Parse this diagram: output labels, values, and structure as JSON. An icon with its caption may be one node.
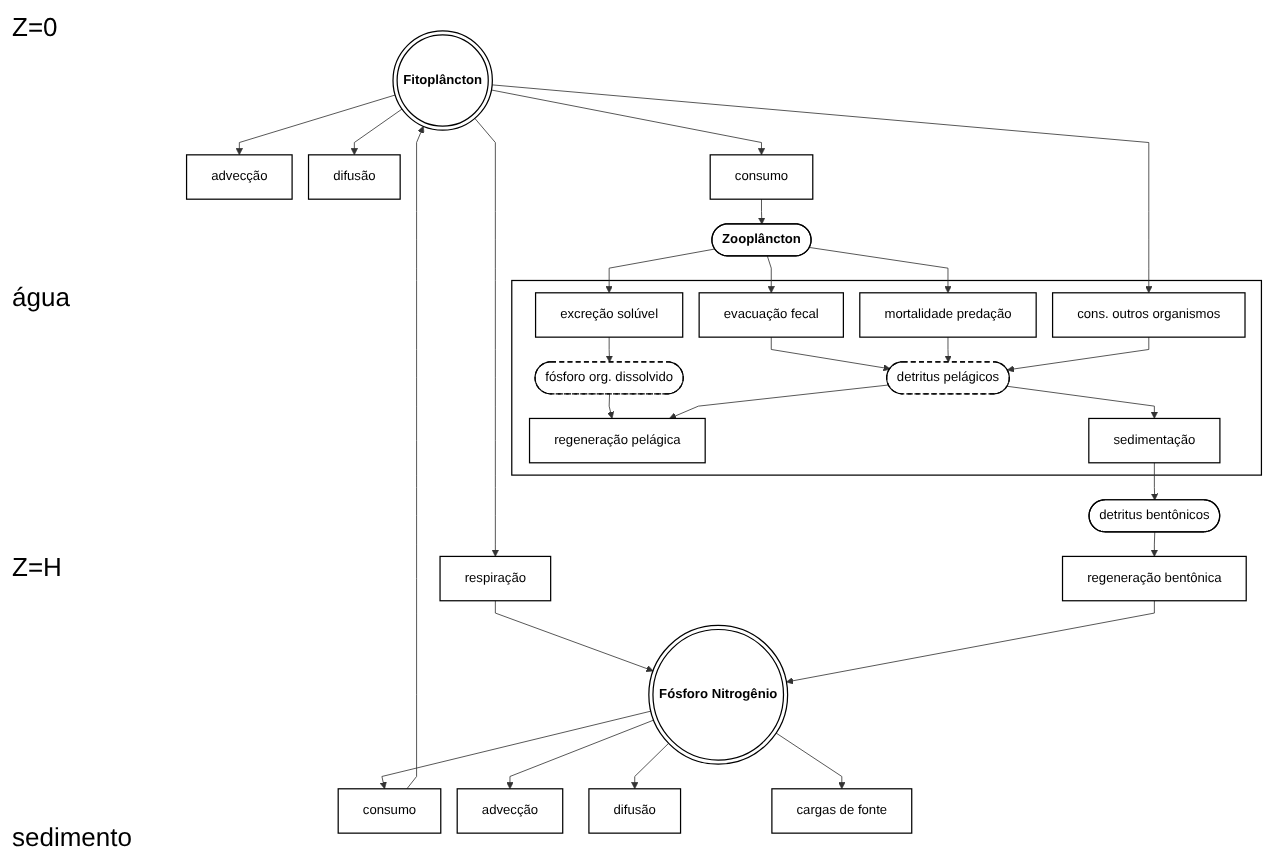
{
  "diagram": {
    "nodes": [
      {
        "text": [
          "Fitoplâncton"
        ]
      },
      {
        "text": [
          "advecção"
        ]
      },
      {
        "text": [
          "difusão"
        ]
      },
      {
        "text": [
          "consumo"
        ]
      },
      {
        "text": [
          "Zooplâncton"
        ]
      },
      {
        "text": [
          "consumo"
        ]
      },
      {
        "text": [
          "respiração"
        ]
      },
      {
        "text": [
          "Fósforo Nitrogênio"
        ]
      },
      {
        "text": [
          "advecção"
        ]
      },
      {
        "text": [
          "difusão"
        ]
      },
      {
        "text": [
          "cargas de fonte"
        ]
      },
      {
        "text": [],
        "shape": "box"
      },
      {
        "text": [
          "excreção solúvel"
        ],
        "in": 11
      },
      {
        "text": [
          "evacuação fecal"
        ],
        "in": 11
      },
      {
        "text": [
          "mortalidade predação"
        ],
        "in": 11
      },
      {
        "text": [
          "cons. outros organismos"
        ],
        "in": 11
      },
      {
        "text": [
          "fósforo org. dissolvido"
        ],
        "in": 11
      },
      {
        "text": [
          "detritus pelágicos"
        ],
        "in": 11
      },
      {
        "text": [
          "regeneração pelágica"
        ],
        "in": 11
      },
      {
        "text": [
          "sedimentação"
        ],
        "in": 11
      },
      {
        "text": [
          "detritus bentônicos"
        ]
      },
      {
        "text": [
          "regeneração bentônica"
        ]
      }
    ],
    "edges": [
      {
        "from": 0,
        "to": 1,
        "arrow": "to"
      },
      {
        "from": 0,
        "to": 2,
        "arrow": "to"
      },
      {
        "from": 0,
        "to": 3,
        "arrow": "to"
      },
      {
        "from": 3,
        "to": 4,
        "arrow": "to"
      },
      {
        "from": 0,
        "to": 15,
        "arrow": "to"
      },
      {
        "from": 0,
        "to": 6,
        "arrow": "to"
      },
      {
        "from": 5,
        "to": 0,
        "arrow": "to"
      },
      {
        "from": 7,
        "to": 5,
        "arrow": "to"
      },
      {
        "from": 6,
        "to": 7,
        "arrow": "to"
      },
      {
        "from": 7,
        "to": 8,
        "arrow": "to"
      },
      {
        "from": 7,
        "to": 9,
        "arrow": "to"
      },
      {
        "from": 7,
        "to": 10,
        "arrow": "to"
      },
      {
        "from": 4,
        "to": 12,
        "arrow": "to"
      },
      {
        "from": 4,
        "to": 13,
        "arrow": "to"
      },
      {
        "from": 4,
        "to": 14,
        "arrow": "to"
      },
      {
        "from": 12,
        "to": 16,
        "arrow": "to"
      },
      {
        "from": 13,
        "to": 17,
        "arrow": "to"
      },
      {
        "from": 14,
        "to": 17,
        "arrow": "to"
      },
      {
        "from": 15,
        "to": 17,
        "arrow": "to"
      },
      {
        "from": 16,
        "to": 18,
        "arrow": "to"
      },
      {
        "from": 17,
        "to": 18,
        "arrow": "to"
      },
      {
        "from": 17,
        "to": 19,
        "arrow": "to"
      },
      {
        "from": 19,
        "to": 20,
        "arrow": "to"
      },
      {
        "from": 20,
        "to": 21,
        "arrow": "to"
      },
      {
        "from": 21,
        "to": 7,
        "arrow": "to"
      }
    ],
    "labels": [
      "Z=0",
      "água",
      "Z=H",
      "sedimento"
    ]
  }
}
